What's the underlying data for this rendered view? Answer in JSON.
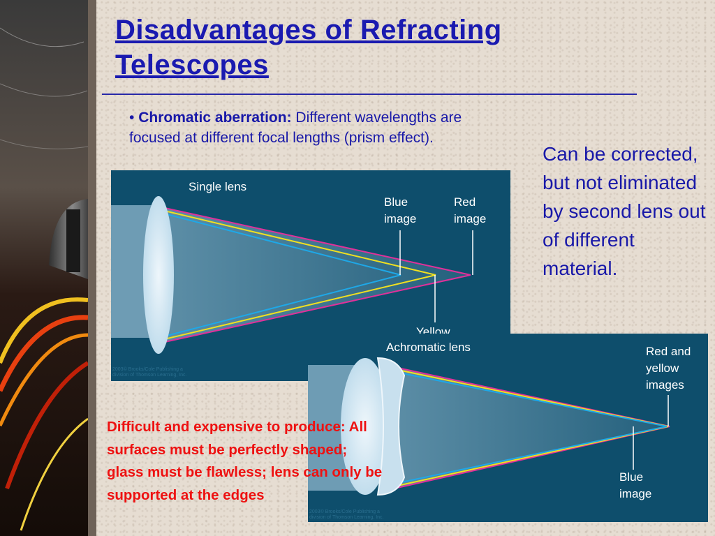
{
  "title": "Disadvantages of Refracting Telescopes",
  "bullet": {
    "marker": "•",
    "term": "Chromatic aberration:",
    "text": "Different wavelengths are focused at different focal lengths (prism effect)."
  },
  "side_note": "Can be corrected, but not eliminated by second lens out of different material.",
  "red_note": "Difficult and expensive to produce: All surfaces must be perfectly shaped; glass must be flawless; lens can only be supported at the edges",
  "figure_single": {
    "title": "Single lens",
    "blue_label": "Blue\nimage",
    "red_label": "Red\nimage",
    "yellow_label": "Yellow",
    "credit": "2003© Brooks/Cole Publishing a\ndivision of Thomson Learning, Inc."
  },
  "figure_achromatic": {
    "title": "Achromatic lens",
    "red_yellow_label": "Red and\nyellow\nimages",
    "blue_label": "Blue\nimage",
    "credit": "2003© Brooks/Cole Publishing a\ndivision of Thomson Learning, Inc."
  },
  "colors": {
    "title": "#1a1ab0",
    "body_text": "#1818a8",
    "warning_text": "#ee1111",
    "figure_bg": "#0e4e6c",
    "ray_blue": "#1ea8e8",
    "ray_yellow": "#f0e020",
    "ray_red": "#e0309a"
  }
}
